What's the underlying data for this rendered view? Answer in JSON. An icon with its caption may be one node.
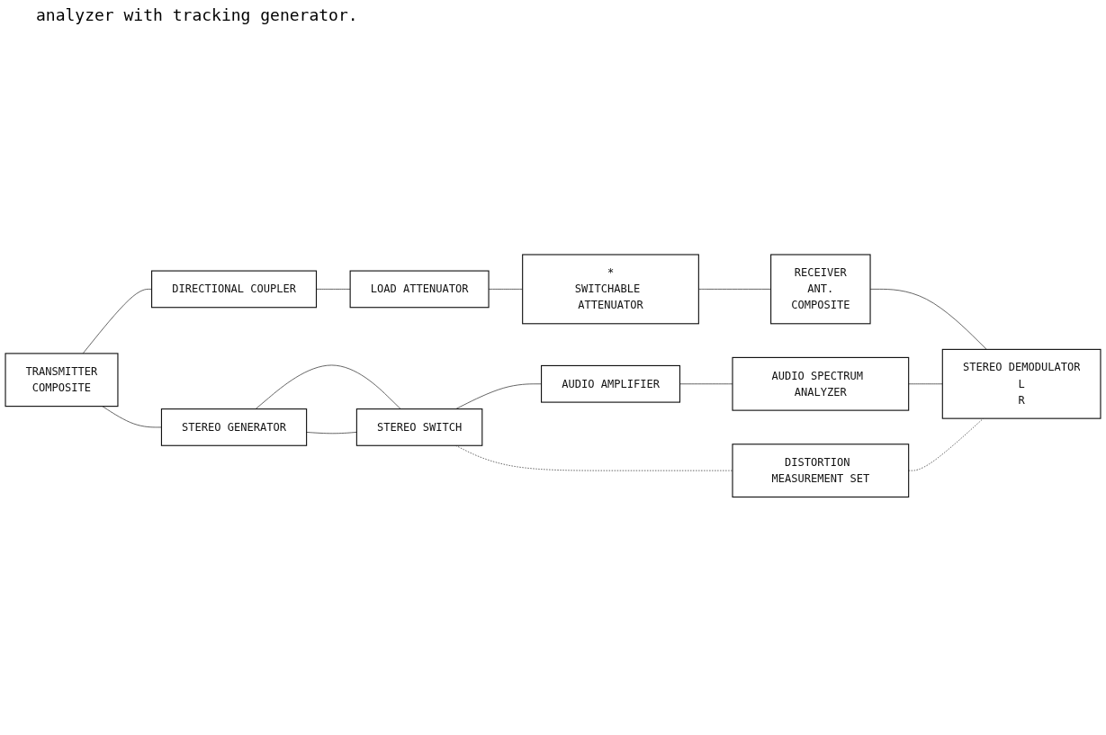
{
  "diagram": {
    "nodes": [
      {
        "text": [
          "TRANSMITTER",
          "COMPOSITE"
        ]
      },
      {
        "text": [
          "DIRECTIONAL COUPLER"
        ]
      },
      {
        "text": [
          "LOAD ATTENUATOR"
        ]
      },
      {
        "text": [
          "*",
          "SWITCHABLE ATTENUATOR"
        ]
      },
      {
        "text": [
          "RECEIVER",
          "ANT.",
          "COMPOSITE"
        ]
      },
      {
        "text": [
          "STEREO GENERATOR"
        ]
      },
      {
        "text": [
          "STEREO SWITCH"
        ]
      },
      {
        "text": [
          "AUDIO AMPLIFIER"
        ]
      },
      {
        "text": [
          "DISTORTION MEASUREMENT SET"
        ]
      },
      {
        "text": [
          "AUDIO SPECTRUM ANALYZER"
        ]
      },
      {
        "text": [
          "STEREO DEMODULATOR",
          "L",
          "R"
        ]
      }
    ],
    "edges": [
      {
        "from": 0,
        "to": 1,
        "arrow": "none"
      },
      {
        "from": 1,
        "to": 2,
        "arrow": "none"
      },
      {
        "from": 2,
        "to": 3,
        "arrow": "none"
      },
      {
        "from": 3,
        "to": 4,
        "arrow": "none"
      },
      {
        "from": 0,
        "to": 5,
        "arrow": "none"
      },
      {
        "from": 5,
        "to": 6,
        "arrow": "none"
      },
      {
        "from": 5,
        "to": 6,
        "arrow": "none"
      },
      {
        "from": 6,
        "to": 7,
        "arrow": "none"
      },
      {
        "from": 6,
        "to": 8,
        "arrow": "none",
        "style": "dashed"
      },
      {
        "from": 4,
        "to": 10,
        "arrow": "none"
      },
      {
        "from": 7,
        "to": 9,
        "arrow": "none"
      },
      {
        "from": 9,
        "to": 10,
        "arrow": "none"
      },
      {
        "from": 8,
        "to": 10,
        "arrow": "none",
        "style": "dashed"
      }
    ],
    "labels": [
      "analyzer with tracking generator."
    ]
  }
}
